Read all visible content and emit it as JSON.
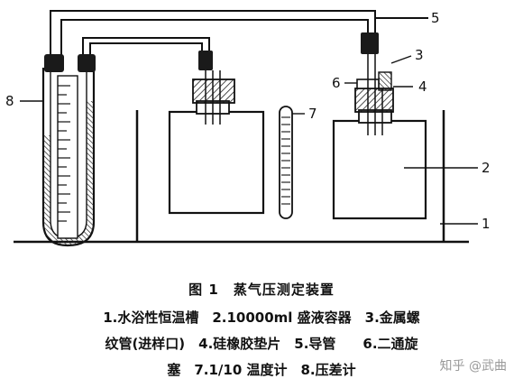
{
  "figure": {
    "title": "图 1　蒸气压测定装置",
    "legend_lines": [
      "1.水浴性恒温槽　2.10000ml 盛液容器　3.金属螺",
      "纹管(进样口)　4.硅橡胶垫片　5.导管　　6.二通旋",
      "塞　7.1/10 温度计　8.压差计"
    ]
  },
  "callouts": [
    "1",
    "2",
    "3",
    "4",
    "5",
    "6",
    "7",
    "8"
  ],
  "watermark": "知乎 @武曲",
  "colors": {
    "ink": "#111111",
    "hatch": "#222222",
    "fill": "#1a1a1a",
    "background": "#ffffff"
  }
}
